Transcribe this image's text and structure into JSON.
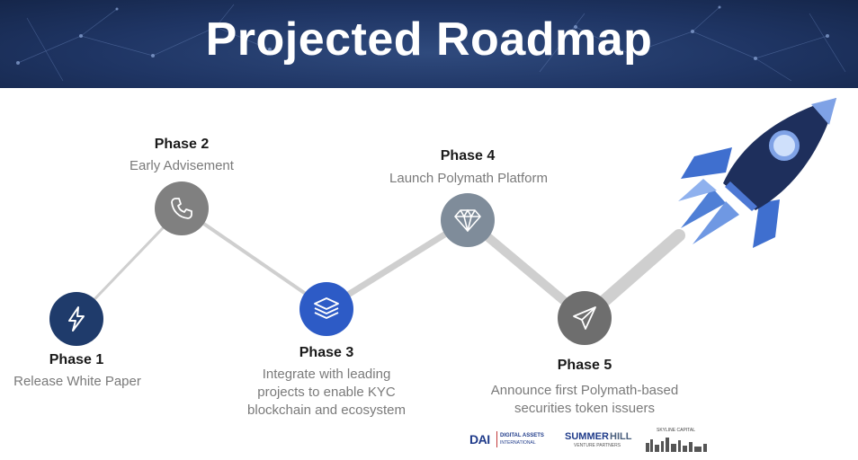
{
  "title": "Projected Roadmap",
  "phases": [
    {
      "name": "Phase 1",
      "description": "Release White Paper",
      "icon": "lightning-icon",
      "color": "#1f3b6b"
    },
    {
      "name": "Phase 2",
      "description": "Early Advisement",
      "icon": "phone-icon",
      "color": "#808080"
    },
    {
      "name": "Phase 3",
      "description": "Integrate with leading projects to enable KYC blockchain and ecosystem",
      "icon": "layers-icon",
      "color": "#2d5bc6"
    },
    {
      "name": "Phase 4",
      "description": "Launch Polymath Platform",
      "icon": "diamond-icon",
      "color": "#7f8c9a"
    },
    {
      "name": "Phase 5",
      "description": "Announce first Polymath-based securities token issuers",
      "icon": "paper-plane-icon",
      "color": "#6e6e6e"
    }
  ],
  "logos": {
    "dai_mark": "DAI",
    "dai_line1": "DIGITAL ASSETS",
    "dai_line2": "INTERNATIONAL",
    "summerhill_a": "SUMMER",
    "summerhill_b": "HILL",
    "summerhill_sub": "VENTURE PARTNERS",
    "skyline": "SKYLINE CAPITAL"
  }
}
